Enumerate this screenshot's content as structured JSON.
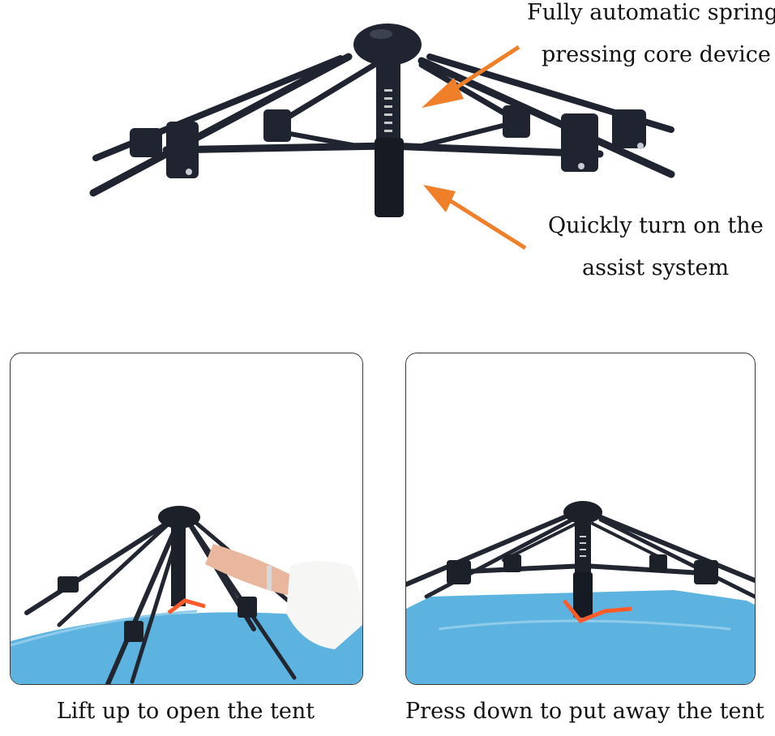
{
  "top": {
    "callout_spring_line1": "Fully automatic spring",
    "callout_spring_line2": "pressing core device",
    "callout_assist_line1": "Quickly turn on the",
    "callout_assist_line2": "assist system",
    "arrow_color": "#f07f2a",
    "frame_color": "#1f2430"
  },
  "panels": {
    "left_caption": "Lift up to open the tent",
    "right_caption": "Press down to put away the tent",
    "tent_color": "#5db3df",
    "handle_color": "#ff5a2a"
  }
}
